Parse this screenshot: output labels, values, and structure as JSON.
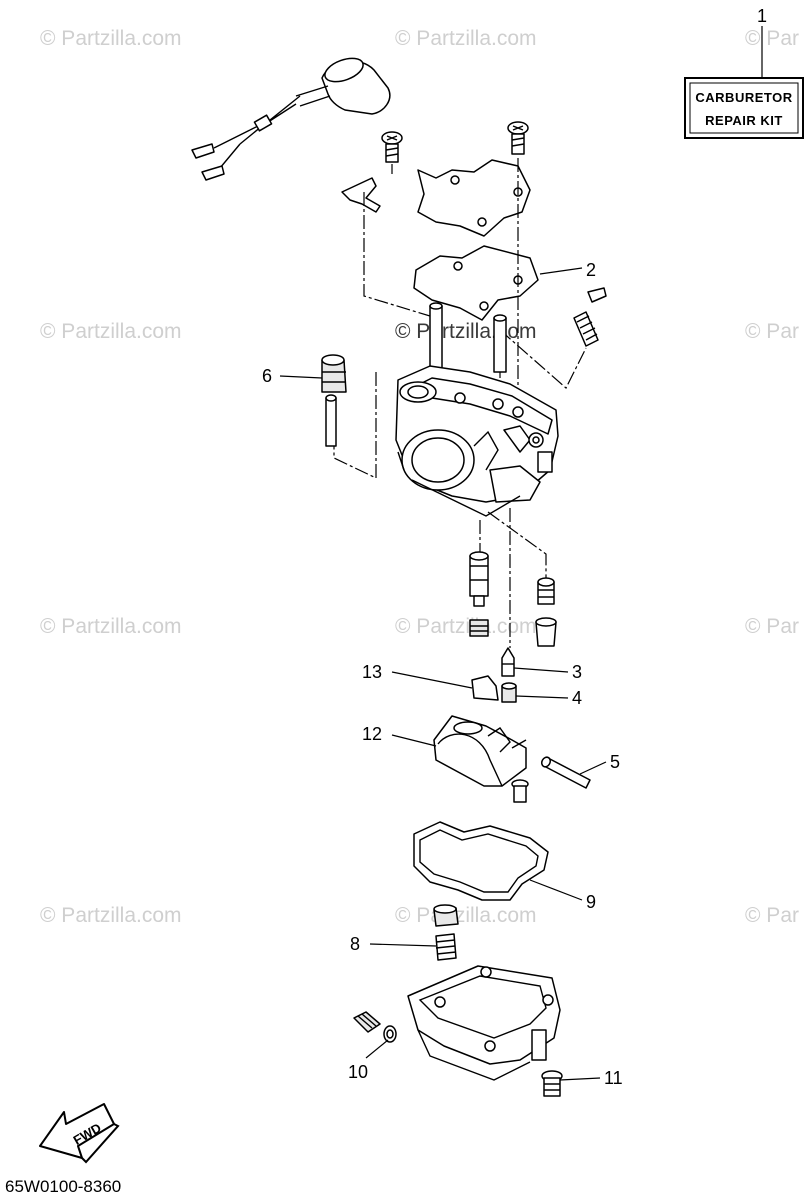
{
  "watermark": "© Partzilla.com",
  "watermark_partial": "© Par",
  "kit_label": {
    "line1": "CARBURETOR",
    "line2": "REPAIR KIT"
  },
  "callouts": {
    "c1": "1",
    "c2": "2",
    "c3": "3",
    "c4": "4",
    "c5": "5",
    "c6": "6",
    "c8": "8",
    "c9": "9",
    "c10": "10",
    "c11": "11",
    "c12": "12",
    "c13": "13"
  },
  "direction_label": "FWD",
  "diagram_code": "65W0100-8360"
}
